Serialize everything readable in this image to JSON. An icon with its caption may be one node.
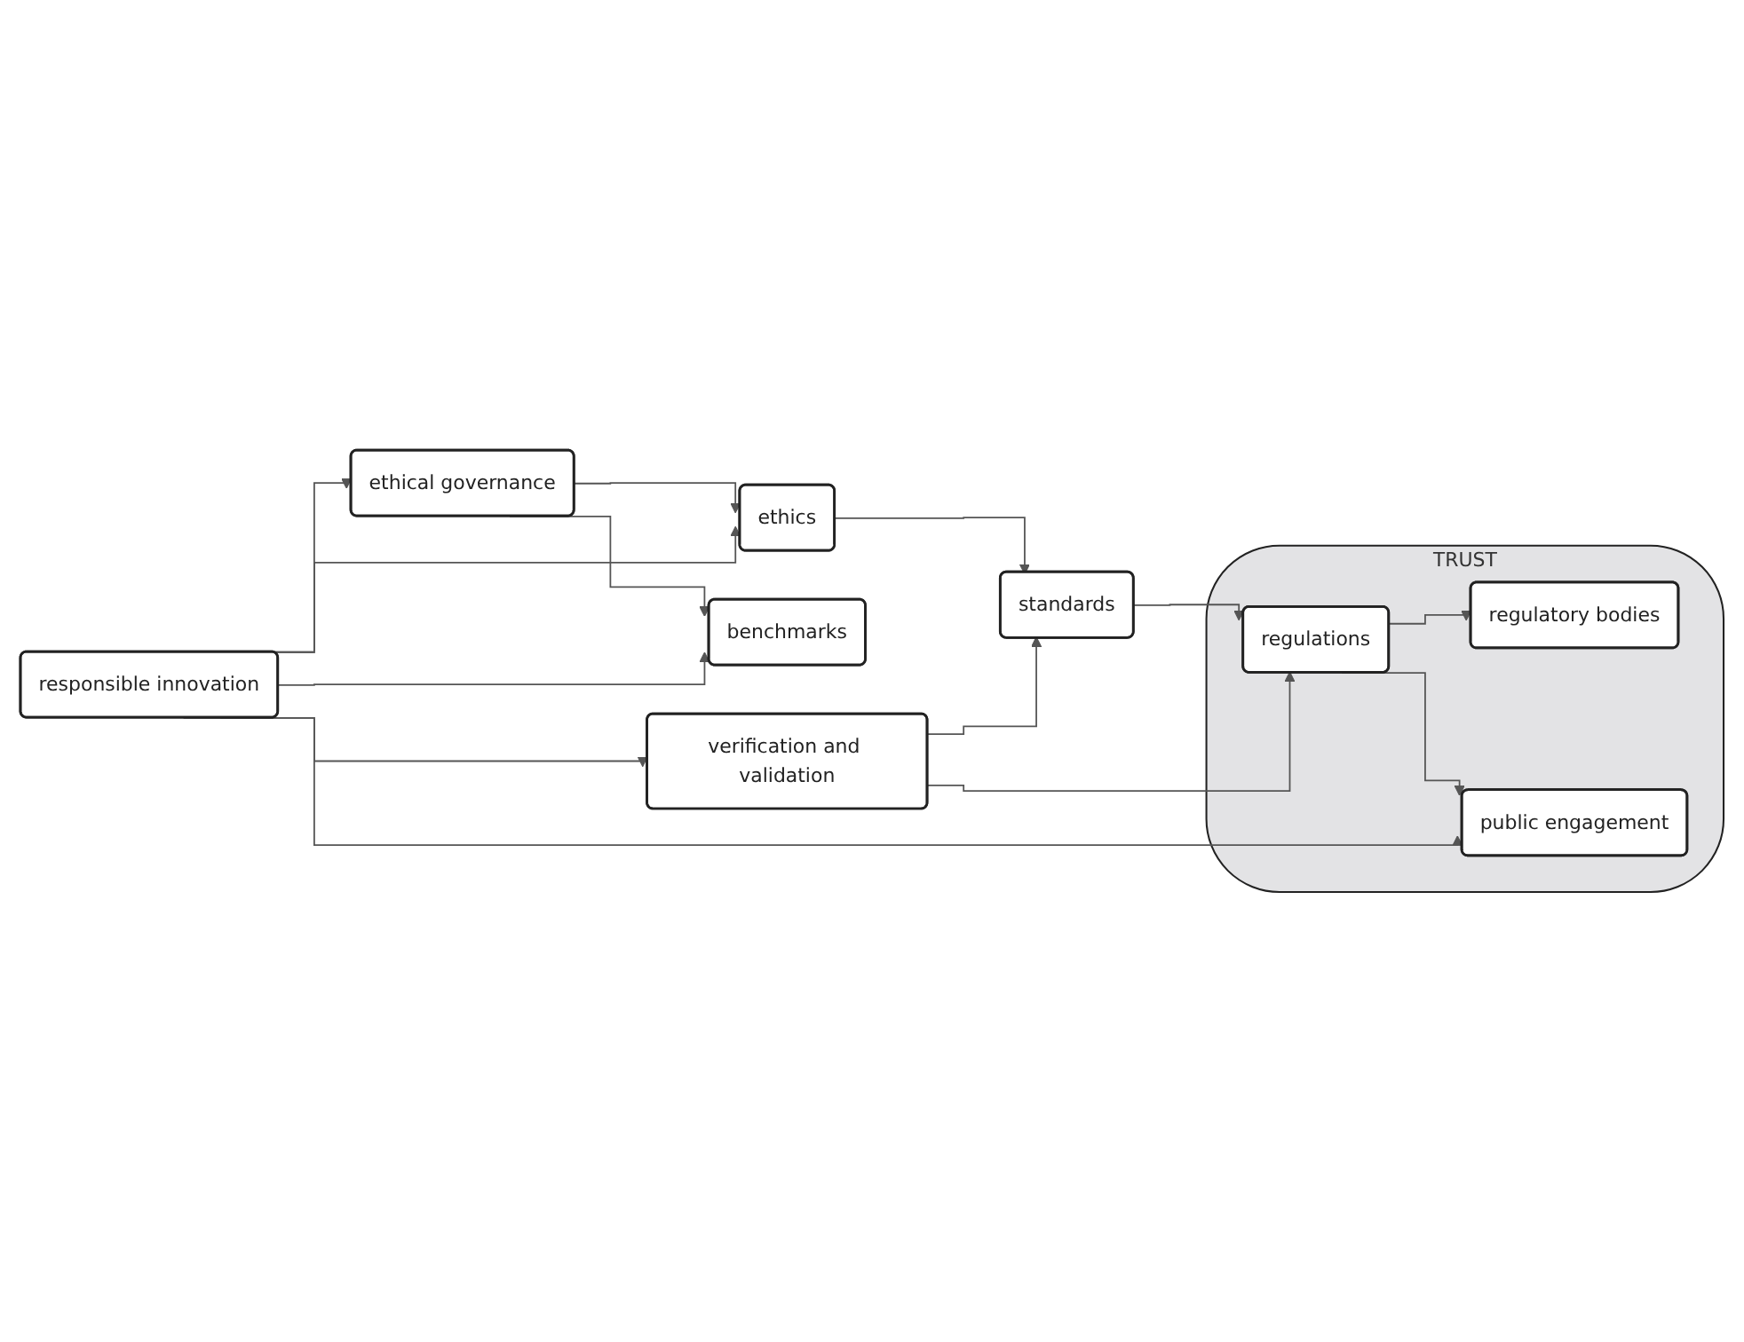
{
  "diagram": {
    "nodes": [
      {
        "text": [
          "TRUST"
        ]
      },
      {
        "text": [
          "regulatory bodies"
        ],
        "in": 0
      },
      {
        "text": [
          "ethics"
        ]
      },
      {
        "text": [
          "standards"
        ]
      },
      {
        "text": [
          "regulations"
        ],
        "in": 0
      },
      {
        "text": [
          "benchmarks"
        ]
      },
      {
        "text": [
          "ethical governance"
        ]
      },
      {
        "text": [
          "verification and validation"
        ]
      },
      {
        "text": [
          "responsible innovation"
        ]
      },
      {
        "text": [
          "public engagement"
        ],
        "in": 0
      }
    ],
    "edges": [
      {
        "from": 2,
        "to": 3,
        "arrow": "to"
      },
      {
        "from": 3,
        "to": 4,
        "arrow": "to"
      },
      {
        "from": 4,
        "to": 1,
        "arrow": "to"
      },
      {
        "from": 4,
        "to": 9,
        "arrow": "to"
      },
      {
        "from": 6,
        "to": 2,
        "arrow": "to"
      },
      {
        "from": 6,
        "to": 5,
        "arrow": "to"
      },
      {
        "from": 8,
        "to": 2,
        "arrow": "to"
      },
      {
        "from": 8,
        "to": 5,
        "arrow": "to"
      },
      {
        "from": 8,
        "to": 6,
        "arrow": "to"
      },
      {
        "from": 8,
        "to": 7,
        "arrow": "to"
      },
      {
        "from": 8,
        "to": 9,
        "arrow": "to"
      },
      {
        "from": 7,
        "to": 3,
        "arrow": "to"
      },
      {
        "from": 7,
        "to": 4,
        "arrow": "to"
      }
    ]
  }
}
